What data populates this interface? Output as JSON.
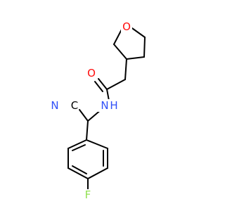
{
  "molecule": {
    "atoms": {
      "O_ring": {
        "symbol": "O",
        "color": "#ff0d0d"
      },
      "O_amide": {
        "symbol": "O",
        "color": "#ff0d0d"
      },
      "N_amide": {
        "symbol": "N",
        "color": "#3050f8"
      },
      "H_amide": {
        "symbol": "H",
        "color": "#3050f8"
      },
      "N_nitrile": {
        "symbol": "N",
        "color": "#3050f8"
      },
      "C_nitrile": {
        "symbol": "C",
        "color": "#000000"
      },
      "F": {
        "symbol": "F",
        "color": "#90e050"
      }
    }
  }
}
